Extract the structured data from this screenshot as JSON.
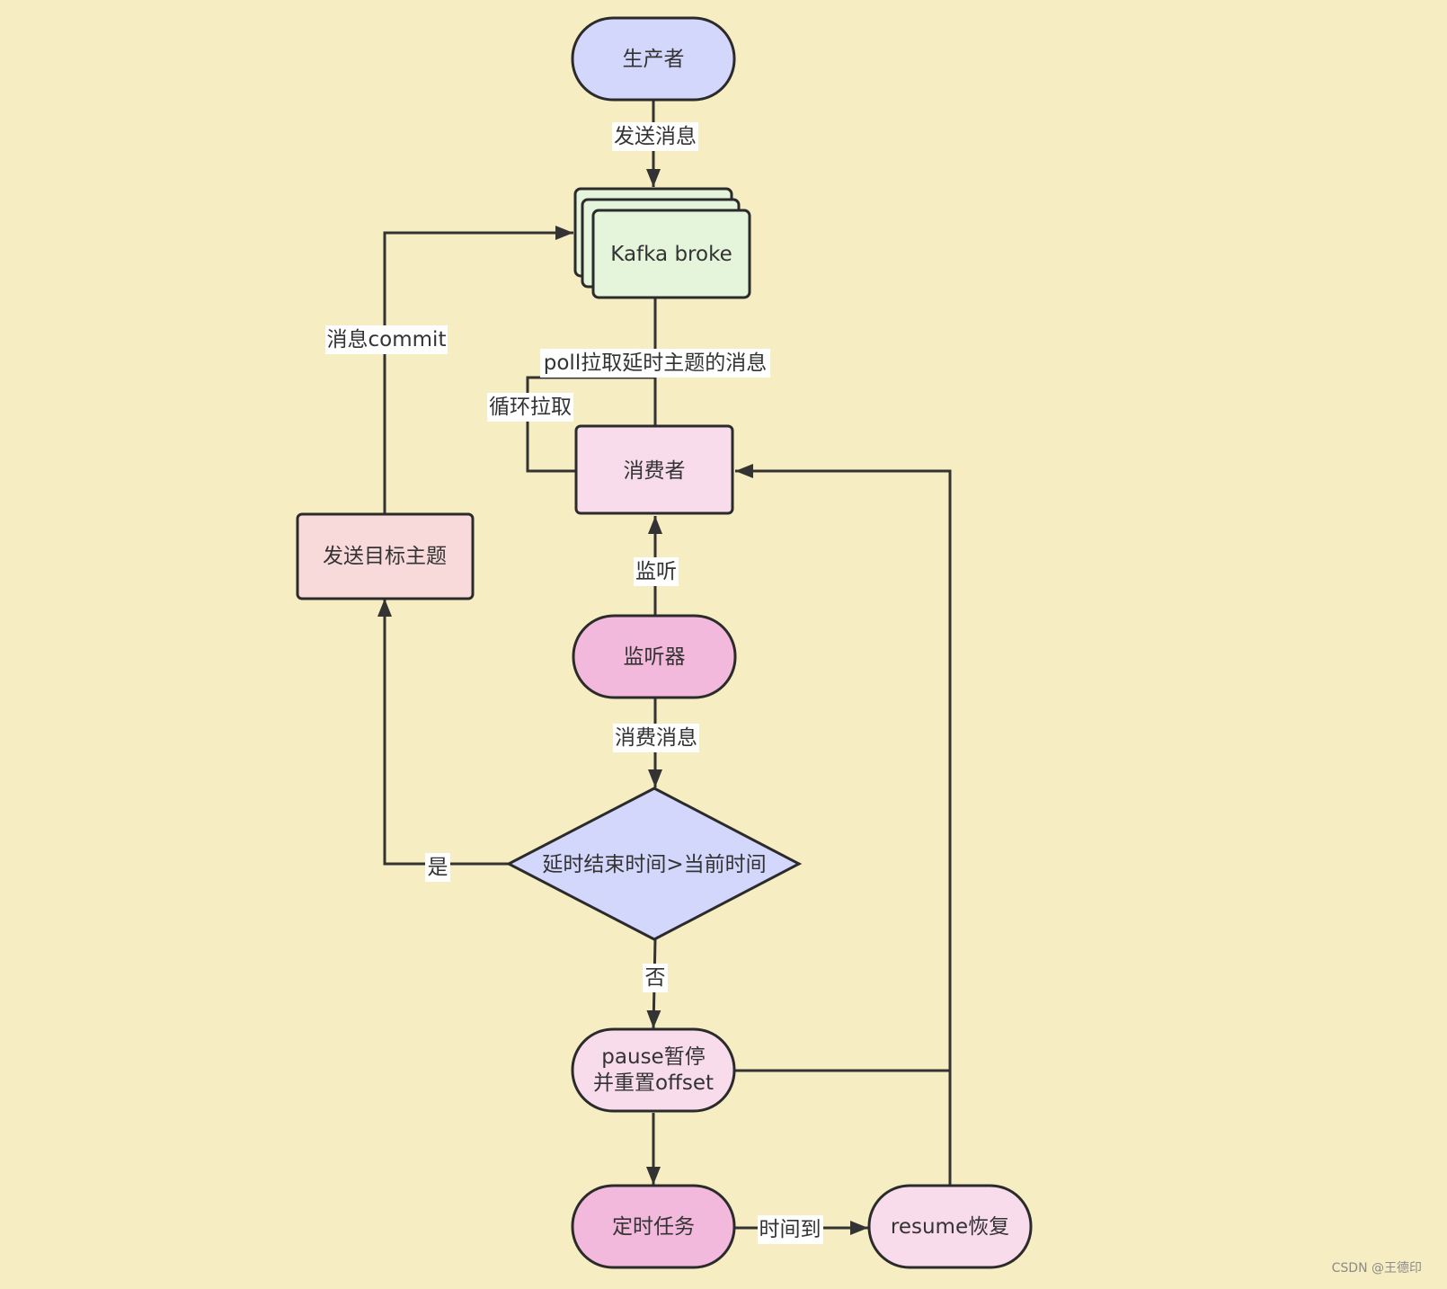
{
  "colors": {
    "background": "#f7edc2",
    "producer": "#d3d7fb",
    "broker": "#e5f5dc",
    "consumer": "#f9dcec",
    "send_target": "#f9dada",
    "listener": "#f3b9dc",
    "decision": "#d3d7fb",
    "pause": "#f9dcec",
    "timer": "#f3b9dc",
    "resume": "#f9dcec",
    "line": "#333333"
  },
  "nodes": {
    "producer": "生产者",
    "broker": "Kafka broke",
    "consumer": "消费者",
    "send_target": "发送目标主题",
    "listener": "监听器",
    "decision": "延时结束时间>当前时间",
    "pause_line1": "pause暂停",
    "pause_line2": "并重置offset",
    "timer": "定时任务",
    "resume": "resume恢复"
  },
  "edges": {
    "send_message": "发送消息",
    "msg_commit": "消息commit",
    "poll": "poll拉取延时主题的消息",
    "loop_pull": "循环拉取",
    "listen": "监听",
    "consume": "消费消息",
    "yes": "是",
    "no": "否",
    "time_up": "时间到"
  },
  "watermark": "CSDN @王德印"
}
